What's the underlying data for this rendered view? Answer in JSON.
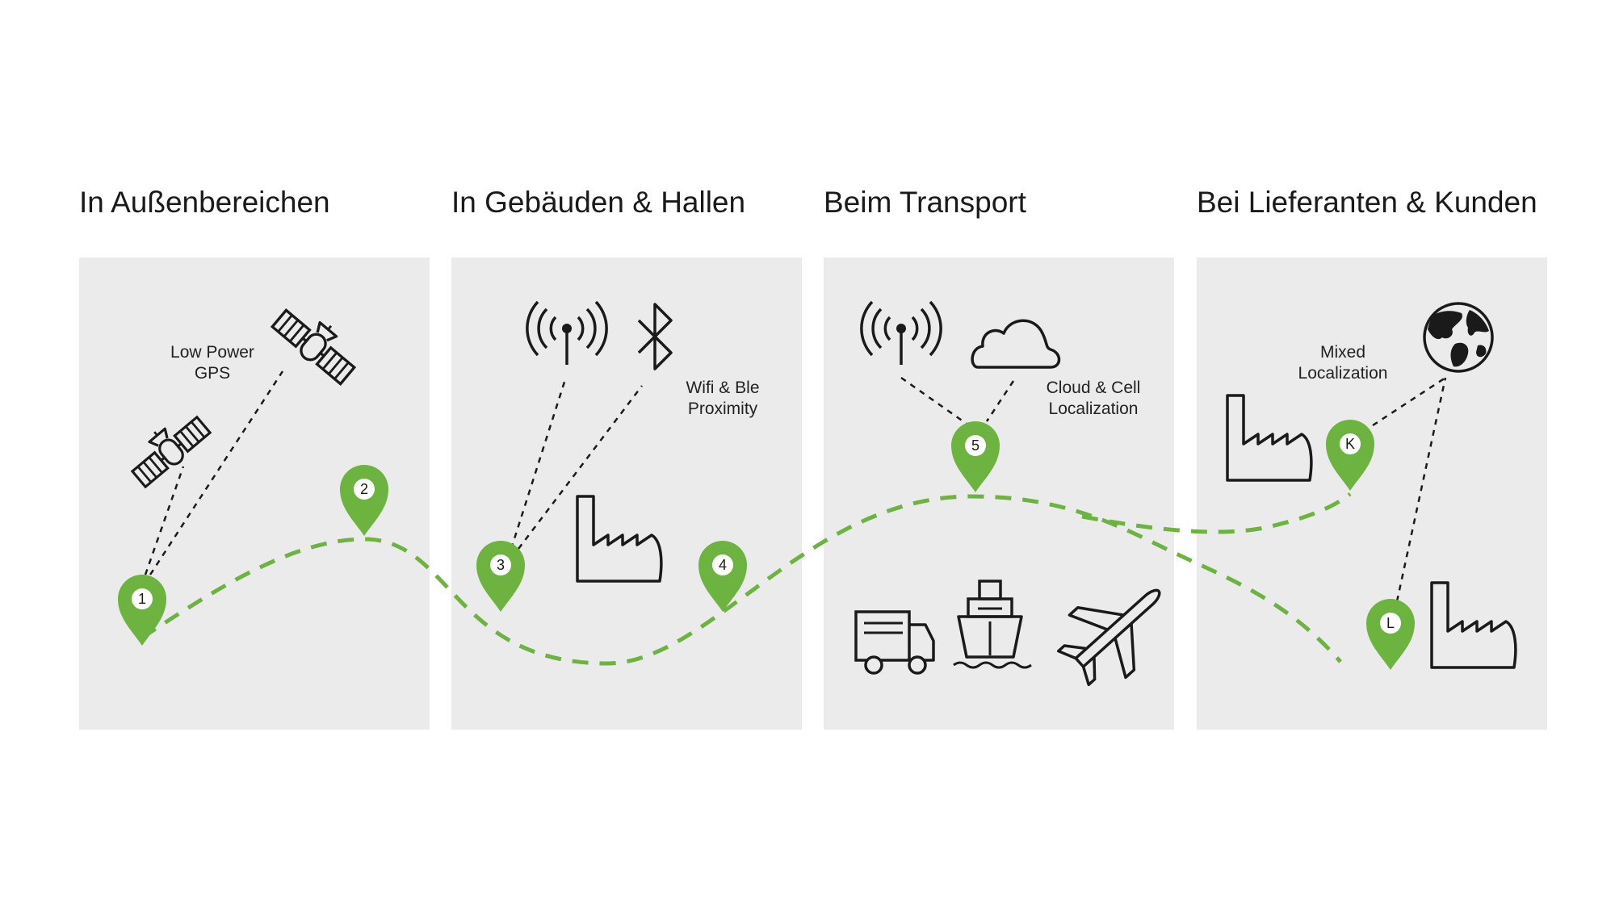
{
  "sections": [
    {
      "title": "In Außenbereichen"
    },
    {
      "title": "In Gebäuden & Hallen"
    },
    {
      "title": "Beim Transport"
    },
    {
      "title": "Bei Lieferanten & Kunden"
    }
  ],
  "technologies": {
    "gps": {
      "line1": "Low Power",
      "line2": "GPS"
    },
    "wifi": {
      "line1": "Wifi & Ble",
      "line2": "Proximity"
    },
    "cloud": {
      "line1": "Cloud & Cell",
      "line2": "Localization"
    },
    "mixed": {
      "line1": "Mixed",
      "line2": "Localization"
    }
  },
  "markers": [
    {
      "label": "1"
    },
    {
      "label": "2"
    },
    {
      "label": "3"
    },
    {
      "label": "4"
    },
    {
      "label": "5"
    },
    {
      "label": "K"
    },
    {
      "label": "L"
    }
  ],
  "icons": [
    "satellite-icon",
    "wifi-signal-icon",
    "bluetooth-icon",
    "cloud-icon",
    "factory-icon",
    "truck-icon",
    "ship-icon",
    "airplane-icon",
    "globe-icon"
  ],
  "colors": {
    "marker": "#6cb33f",
    "route": "#6cb33f",
    "panel": "#ebebeb",
    "line": "#1a1a1a"
  }
}
